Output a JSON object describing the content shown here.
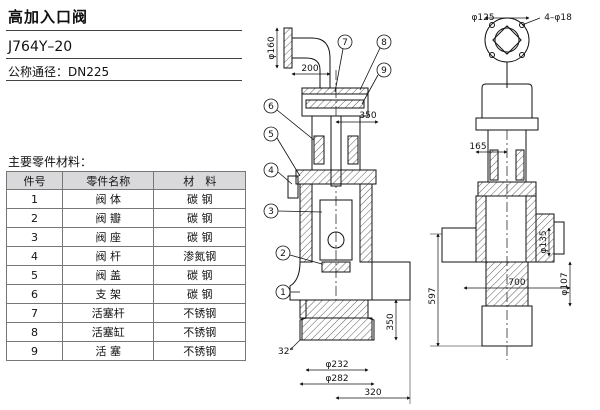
{
  "header": {
    "title": "高加入口阀",
    "model": "J764Y–20",
    "nominal_size_label": "公称通径：",
    "nominal_size_value": "DN225"
  },
  "parts_section": {
    "heading": "主要零件材料：",
    "columns": [
      "件号",
      "零件名称",
      "材　料"
    ],
    "rows": [
      {
        "no": "1",
        "name": "阀 体",
        "material": "碳 钢"
      },
      {
        "no": "2",
        "name": "阀 瓣",
        "material": "碳 钢"
      },
      {
        "no": "3",
        "name": "阀 座",
        "material": "碳 钢"
      },
      {
        "no": "4",
        "name": "阀 杆",
        "material": "渗氮钢"
      },
      {
        "no": "5",
        "name": "阀 盖",
        "material": "碳 钢"
      },
      {
        "no": "6",
        "name": "支 架",
        "material": "碳 钢"
      },
      {
        "no": "7",
        "name": "活塞杆",
        "material": "不锈钢"
      },
      {
        "no": "8",
        "name": "活塞缸",
        "material": "不锈钢"
      },
      {
        "no": "9",
        "name": "活 塞",
        "material": "不锈钢"
      }
    ]
  },
  "drawing": {
    "balloons": [
      "1",
      "2",
      "3",
      "4",
      "5",
      "6",
      "7",
      "8",
      "9"
    ],
    "dimensions": {
      "phi160": "φ160",
      "d200": "200",
      "d350_top": "350",
      "d350_side": "350",
      "d32": "32°",
      "phi232": "φ232",
      "phi282": "φ282",
      "d320": "320",
      "d597": "597",
      "phi125": "φ125",
      "holes": "4–φ18",
      "d165": "165",
      "phi135": "φ135",
      "d700": "700",
      "phi107": "φ107"
    }
  }
}
